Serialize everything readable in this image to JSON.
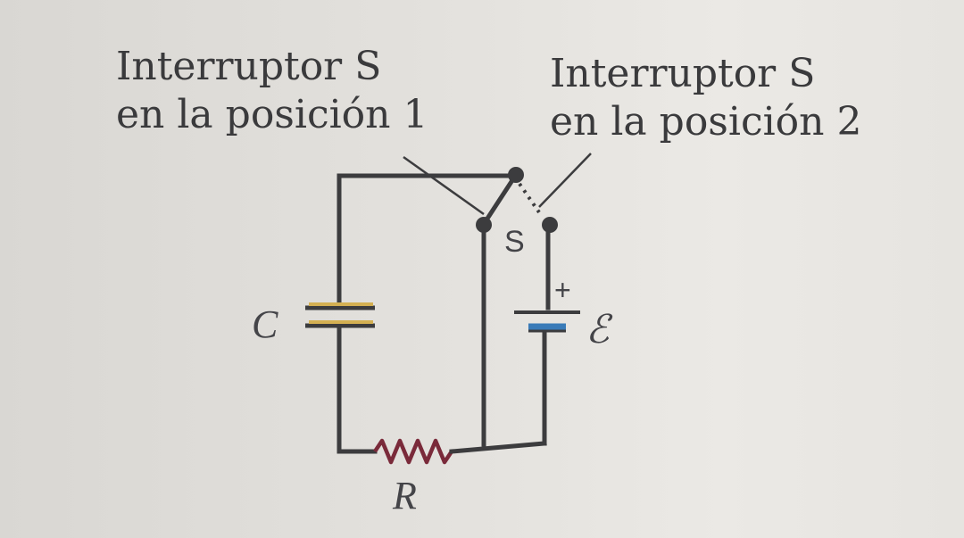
{
  "captions": {
    "position_1": {
      "line1": "Interruptor S",
      "line2": "en la posición 1"
    },
    "position_2": {
      "line1": "Interruptor S",
      "line2": "en la posición 2"
    }
  },
  "labels": {
    "capacitor": "C",
    "resistor": "R",
    "switch": "S",
    "emf": "ℰ",
    "battery_plus": "+"
  },
  "colors": {
    "wire": "#3c3c3e",
    "capacitor_plate": "#d4b052",
    "battery_plate": "#3a7bb8",
    "resistor": "#7a2a3a",
    "text": "#3a3a3c"
  }
}
